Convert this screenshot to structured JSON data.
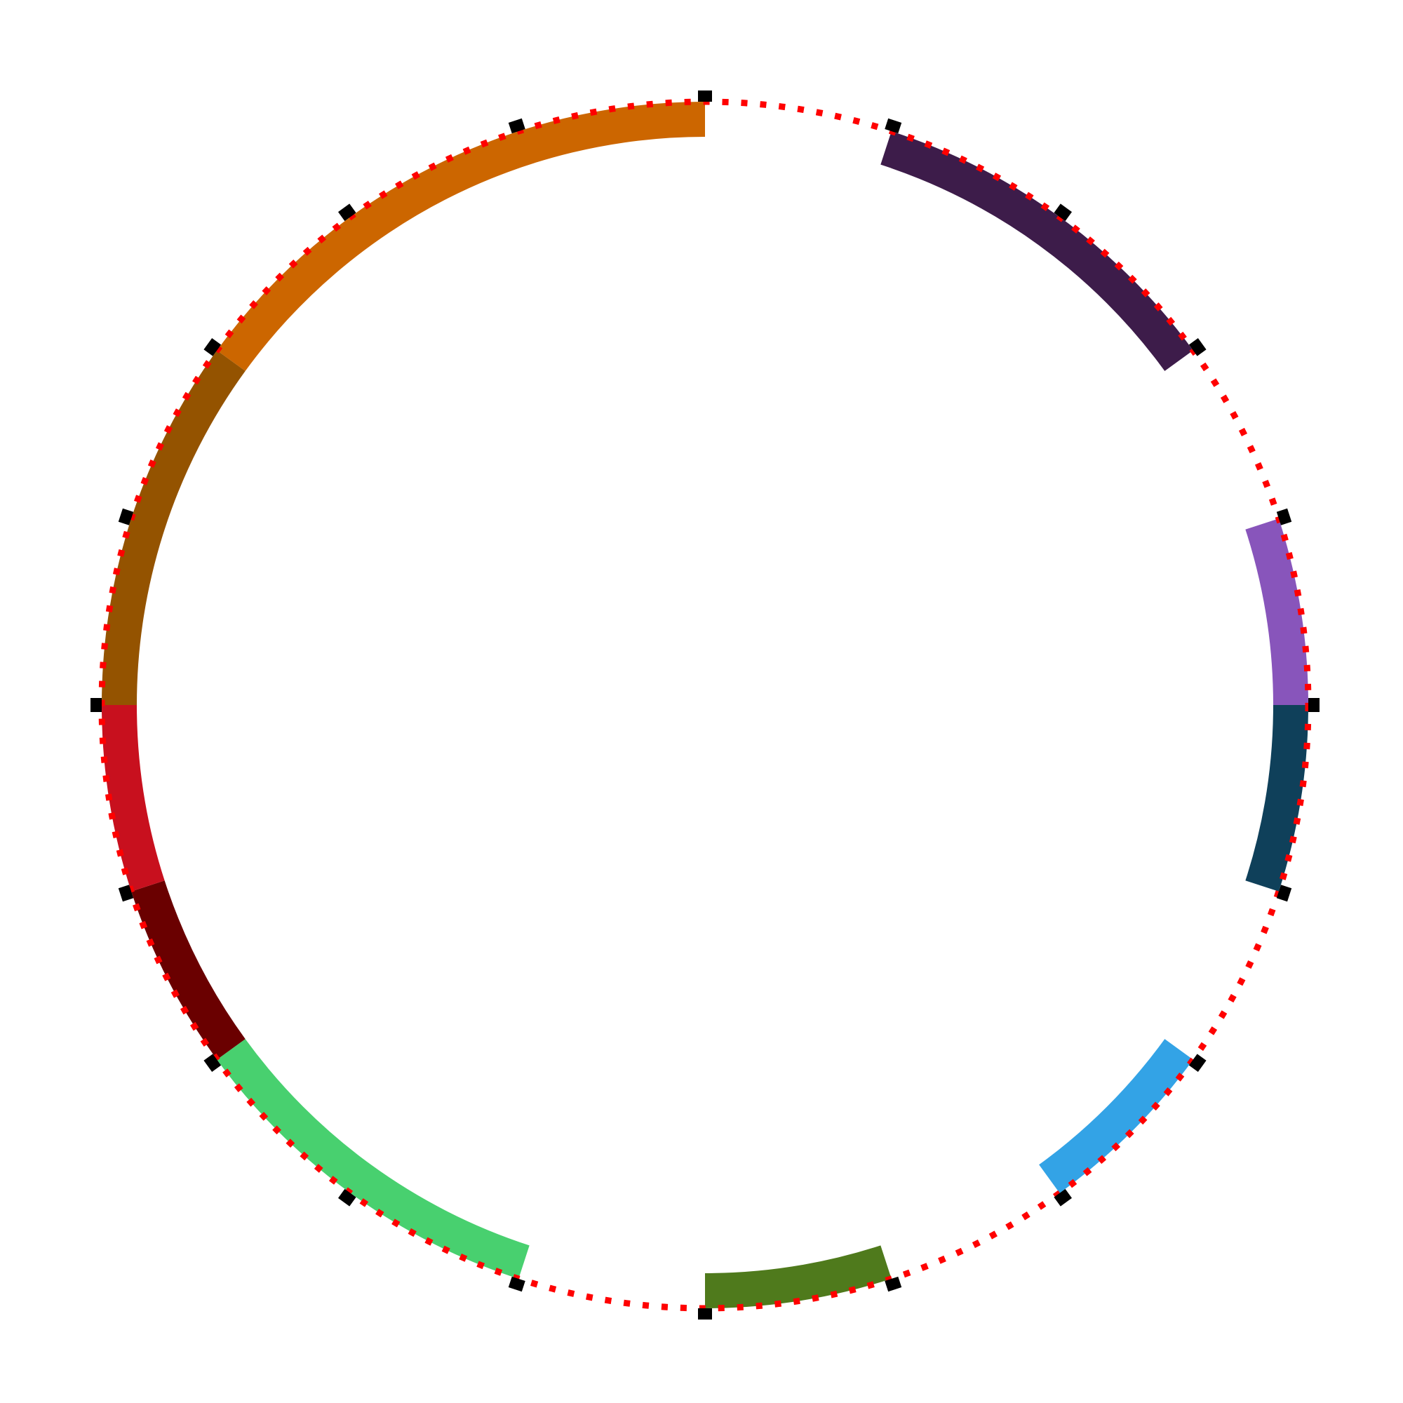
{
  "diagram": {
    "type": "circular-ring",
    "tick_count": 20,
    "colors": {
      "ring_dots": "#ff0000",
      "tick_marks": "#000000",
      "background": "#ffffff"
    },
    "segments": [
      {
        "name": "segment-orange",
        "color": "#cc6600",
        "from_tick": 17,
        "to_tick": 20
      },
      {
        "name": "segment-dark-purple",
        "color": "#3d1c4a",
        "from_tick": 1,
        "to_tick": 3
      },
      {
        "name": "segment-purple",
        "color": "#8855bb",
        "from_tick": 4,
        "to_tick": 5
      },
      {
        "name": "segment-navy",
        "color": "#0f405a",
        "from_tick": 5,
        "to_tick": 6
      },
      {
        "name": "segment-light-blue",
        "color": "#33a3e6",
        "from_tick": 7,
        "to_tick": 8
      },
      {
        "name": "segment-olive",
        "color": "#4f7a1c",
        "from_tick": 9,
        "to_tick": 10
      },
      {
        "name": "segment-green",
        "color": "#48d06f",
        "from_tick": 11,
        "to_tick": 13
      },
      {
        "name": "segment-dark-red",
        "color": "#6a0000",
        "from_tick": 13,
        "to_tick": 14
      },
      {
        "name": "segment-red",
        "color": "#c8101e",
        "from_tick": 14,
        "to_tick": 15
      },
      {
        "name": "segment-brown",
        "color": "#945300",
        "from_tick": 15,
        "to_tick": 17
      }
    ]
  }
}
